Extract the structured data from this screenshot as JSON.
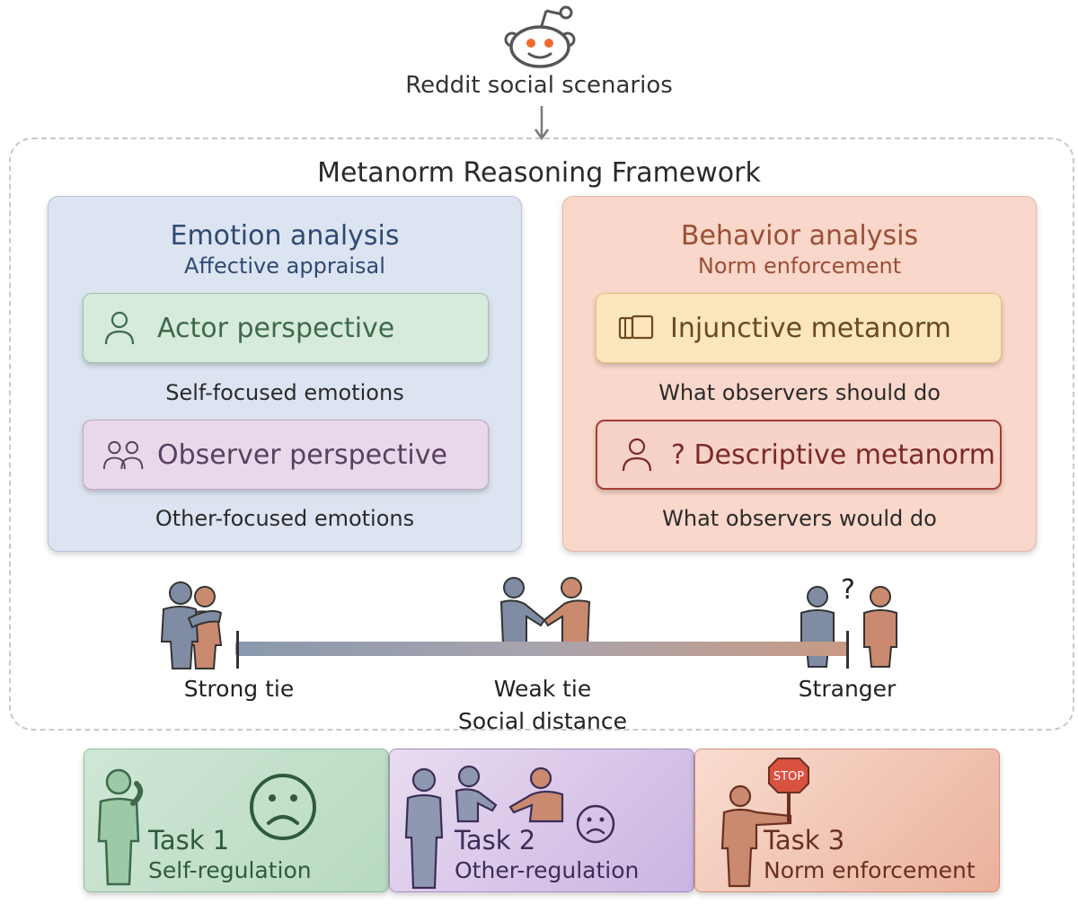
{
  "source": {
    "label": "Reddit social scenarios",
    "logo_icon": "reddit-alien-icon"
  },
  "framework": {
    "title": "Metanorm Reasoning Framework",
    "emotion": {
      "title": "Emotion analysis",
      "subtitle": "Affective appraisal",
      "actor": {
        "label": "Actor perspective",
        "icon": "person-outline-icon",
        "caption": "Self-focused emotions"
      },
      "observer": {
        "label": "Observer perspective",
        "icon": "two-people-icon",
        "caption": "Other-focused emotions"
      }
    },
    "behavior": {
      "title": "Behavior analysis",
      "subtitle": "Norm enforcement",
      "injunctive": {
        "label": "Injunctive metanorm",
        "icon": "book-icon",
        "caption": "What observers should do"
      },
      "descriptive": {
        "label": "? Descriptive metanorm",
        "icon": "person-question-icon",
        "caption": "What observers would do"
      }
    },
    "social_distance": {
      "title": "Social distance",
      "levels": [
        "Strong tie",
        "Weak tie",
        "Stranger"
      ]
    }
  },
  "tasks": [
    {
      "name": "Task 1",
      "description": "Self-regulation"
    },
    {
      "name": "Task 2",
      "description": "Other-regulation"
    },
    {
      "name": "Task 3",
      "description": "Norm enforcement",
      "sign_text": "STOP"
    }
  ],
  "colors": {
    "emotion_panel": "#dde4f1",
    "behavior_panel": "#f9d7ca",
    "actor_card": "#d6ebdb",
    "observer_card": "#e7d9ea",
    "injunctive_card": "#fbe6bd",
    "descriptive_card": "#f7d2c9",
    "task1": "#b7d9c0",
    "task2": "#cbb4e2",
    "task3": "#eab19c"
  }
}
